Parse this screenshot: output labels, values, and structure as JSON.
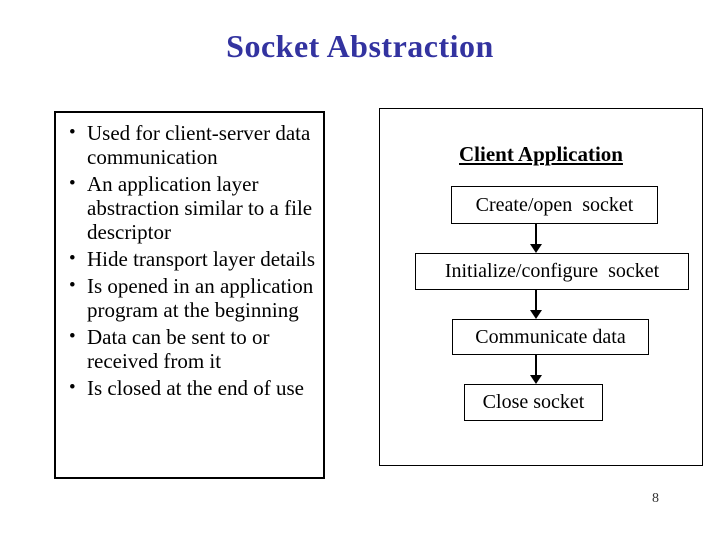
{
  "slide": {
    "title": "Socket Abstraction",
    "title_color": "#3333A0",
    "background_color": "#FFFFFF",
    "border_color": "#000000",
    "page_number": "8"
  },
  "left_panel": {
    "bullet_char": "•",
    "items": [
      "Used for client-server data communication",
      "An application layer abstraction similar to a file descriptor",
      "Hide transport layer details",
      "Is opened in an application program at the beginning",
      "Data can be sent to or received from it",
      "Is closed at the end of use"
    ]
  },
  "diagram": {
    "heading": "Client Application",
    "steps": [
      "Create/open  socket",
      "Initialize/configure  socket",
      "Communicate data",
      "Close socket"
    ]
  }
}
